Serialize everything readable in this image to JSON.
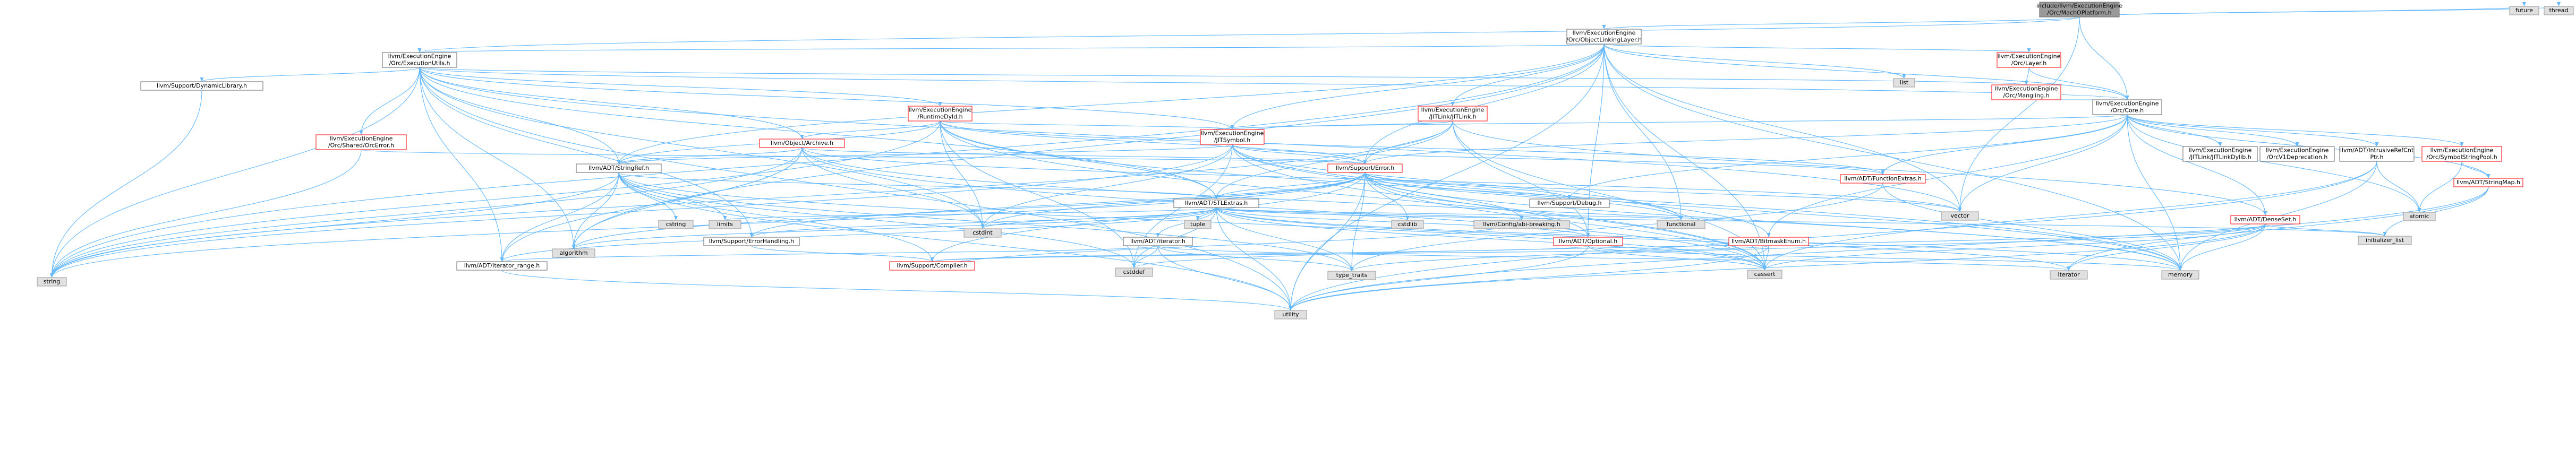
{
  "colors": {
    "root_fill": "#999999",
    "root_stroke": "#666666",
    "doc_fill": "#ffffff",
    "doc_stroke": "#666666",
    "missing_fill": "#ffffff",
    "missing_stroke": "#ff0000",
    "external_fill": "#e0e0e0",
    "external_stroke": "#999999",
    "edge": "#63b8ff",
    "text": "#000000"
  },
  "nodes": [
    {
      "id": "root",
      "lines": [
        "include/llvm/ExecutionEngine",
        "/Orc/MachOPlatform.h"
      ],
      "kind": "root"
    },
    {
      "id": "oll",
      "lines": [
        "llvm/ExecutionEngine",
        "/Orc/ObjectLinkingLayer.h"
      ],
      "kind": "doc"
    },
    {
      "id": "eu",
      "lines": [
        "llvm/ExecutionEngine",
        "/Orc/ExecutionUtils.h"
      ],
      "kind": "doc"
    },
    {
      "id": "layer",
      "lines": [
        "llvm/ExecutionEngine",
        "/Orc/Layer.h"
      ],
      "kind": "missing"
    },
    {
      "id": "mangling",
      "lines": [
        "llvm/ExecutionEngine",
        "/Orc/Mangling.h"
      ],
      "kind": "missing"
    },
    {
      "id": "core",
      "lines": [
        "llvm/ExecutionEngine",
        "/Orc/Core.h"
      ],
      "kind": "doc"
    },
    {
      "id": "dynlib",
      "lines": [
        "llvm/Support/DynamicLibrary.h"
      ],
      "kind": "doc"
    },
    {
      "id": "rtdyld",
      "lines": [
        "llvm/ExecutionEngine",
        "/RuntimeDyld.h"
      ],
      "kind": "missing"
    },
    {
      "id": "jitlink",
      "lines": [
        "llvm/ExecutionEngine",
        "/JITLink/JITLink.h"
      ],
      "kind": "missing"
    },
    {
      "id": "sharedorc",
      "lines": [
        "llvm/ExecutionEngine",
        "/Orc/Shared/OrcError.h"
      ],
      "kind": "missing"
    },
    {
      "id": "objarch",
      "lines": [
        "llvm/Object/Archive.h"
      ],
      "kind": "missing"
    },
    {
      "id": "jitsym",
      "lines": [
        "llvm/ExecutionEngine",
        "/JITSymbol.h"
      ],
      "kind": "missing"
    },
    {
      "id": "jitlinkdylib",
      "lines": [
        "llvm/ExecutionEngine",
        "/JITLink/JITLinkDylib.h"
      ],
      "kind": "doc"
    },
    {
      "id": "orcv1",
      "lines": [
        "llvm/ExecutionEngine",
        "/OrcV1Deprecation.h"
      ],
      "kind": "doc"
    },
    {
      "id": "intrusive",
      "lines": [
        "llvm/ADT/IntrusiveRefCnt",
        "Ptr.h"
      ],
      "kind": "doc"
    },
    {
      "id": "symstrpool",
      "lines": [
        "llvm/ExecutionEngine",
        "/Orc/SymbolStringPool.h"
      ],
      "kind": "missing"
    },
    {
      "id": "stringref",
      "lines": [
        "llvm/ADT/StringRef.h"
      ],
      "kind": "doc"
    },
    {
      "id": "supporterror",
      "lines": [
        "llvm/Support/Error.h"
      ],
      "kind": "missing"
    },
    {
      "id": "funcextras",
      "lines": [
        "llvm/ADT/FunctionExtras.h"
      ],
      "kind": "missing"
    },
    {
      "id": "stringmap",
      "lines": [
        "llvm/ADT/StringMap.h"
      ],
      "kind": "missing"
    },
    {
      "id": "densemap",
      "lines": [
        "llvm/ADT/DenseSet.h"
      ],
      "kind": "missing"
    },
    {
      "id": "stlextras",
      "lines": [
        "llvm/ADT/STLExtras.h"
      ],
      "kind": "doc"
    },
    {
      "id": "suppdebug",
      "lines": [
        "llvm/Support/Debug.h"
      ],
      "kind": "doc"
    },
    {
      "id": "errhandling",
      "lines": [
        "llvm/Support/ErrorHandling.h"
      ],
      "kind": "doc"
    },
    {
      "id": "iterator",
      "lines": [
        "llvm/ADT/iterator.h"
      ],
      "kind": "doc"
    },
    {
      "id": "optional",
      "lines": [
        "llvm/ADT/Optional.h"
      ],
      "kind": "missing"
    },
    {
      "id": "bitmask",
      "lines": [
        "llvm/ADT/BitmaskEnum.h"
      ],
      "kind": "missing"
    },
    {
      "id": "iterrange",
      "lines": [
        "llvm/ADT/iterator_range.h"
      ],
      "kind": "doc"
    },
    {
      "id": "compiler",
      "lines": [
        "llvm/Support/Compiler.h"
      ],
      "kind": "missing"
    },
    {
      "id": "configbreak",
      "lines": [
        "llvm/Config/abi-breaking.h"
      ],
      "kind": "external"
    },
    {
      "id": "future",
      "lines": [
        "future"
      ],
      "kind": "external"
    },
    {
      "id": "thread",
      "lines": [
        "thread"
      ],
      "kind": "external"
    },
    {
      "id": "list",
      "lines": [
        "list"
      ],
      "kind": "external"
    },
    {
      "id": "vector",
      "lines": [
        "vector"
      ],
      "kind": "external"
    },
    {
      "id": "atomic",
      "lines": [
        "atomic"
      ],
      "kind": "external"
    },
    {
      "id": "string",
      "lines": [
        "string"
      ],
      "kind": "external"
    },
    {
      "id": "cstring",
      "lines": [
        "cstring"
      ],
      "kind": "external"
    },
    {
      "id": "cstdint",
      "lines": [
        "cstdint"
      ],
      "kind": "external"
    },
    {
      "id": "limits",
      "lines": [
        "limits"
      ],
      "kind": "external"
    },
    {
      "id": "algorithm",
      "lines": [
        "algorithm"
      ],
      "kind": "external"
    },
    {
      "id": "cstddef",
      "lines": [
        "cstddef"
      ],
      "kind": "external"
    },
    {
      "id": "tuple",
      "lines": [
        "tuple"
      ],
      "kind": "external"
    },
    {
      "id": "cstdlib",
      "lines": [
        "cstdlib"
      ],
      "kind": "external"
    },
    {
      "id": "functional",
      "lines": [
        "functional"
      ],
      "kind": "external"
    },
    {
      "id": "typetraits",
      "lines": [
        "type_traits"
      ],
      "kind": "external"
    },
    {
      "id": "cassert",
      "lines": [
        "cassert"
      ],
      "kind": "external"
    },
    {
      "id": "iteratorstd",
      "lines": [
        "iterator"
      ],
      "kind": "external"
    },
    {
      "id": "memory",
      "lines": [
        "memory"
      ],
      "kind": "external"
    },
    {
      "id": "initlist",
      "lines": [
        "initializer_list"
      ],
      "kind": "external"
    },
    {
      "id": "utility",
      "lines": [
        "utility"
      ],
      "kind": "external"
    }
  ],
  "edges": [
    [
      "root",
      "oll"
    ],
    [
      "root",
      "eu"
    ],
    [
      "root",
      "core"
    ],
    [
      "root",
      "vector"
    ],
    [
      "root",
      "future"
    ],
    [
      "root",
      "thread"
    ],
    [
      "oll",
      "eu"
    ],
    [
      "oll",
      "layer"
    ],
    [
      "oll",
      "jitlink"
    ],
    [
      "oll",
      "jitsym"
    ],
    [
      "oll",
      "core"
    ],
    [
      "oll",
      "stringref"
    ],
    [
      "oll",
      "supporterror"
    ],
    [
      "oll",
      "list"
    ],
    [
      "oll",
      "vector"
    ],
    [
      "oll",
      "memory"
    ],
    [
      "oll",
      "functional"
    ],
    [
      "oll",
      "cassert"
    ],
    [
      "oll",
      "utility"
    ],
    [
      "oll",
      "algorithm"
    ],
    [
      "oll",
      "string"
    ],
    [
      "oll",
      "optional"
    ],
    [
      "eu",
      "mangling"
    ],
    [
      "eu",
      "dynlib"
    ],
    [
      "eu",
      "core"
    ],
    [
      "eu",
      "rtdyld"
    ],
    [
      "eu",
      "sharedorc"
    ],
    [
      "eu",
      "objarch"
    ],
    [
      "eu",
      "jitsym"
    ],
    [
      "eu",
      "stringref"
    ],
    [
      "eu",
      "stlextras"
    ],
    [
      "eu",
      "errhandling"
    ],
    [
      "eu",
      "iterrange"
    ],
    [
      "eu",
      "string"
    ],
    [
      "eu",
      "utility"
    ],
    [
      "eu",
      "algorithm"
    ],
    [
      "eu",
      "vector"
    ],
    [
      "eu",
      "cstdint"
    ],
    [
      "layer",
      "mangling"
    ],
    [
      "layer",
      "core"
    ],
    [
      "mangling",
      "core"
    ],
    [
      "core",
      "jitlinkdylib"
    ],
    [
      "core",
      "orcv1"
    ],
    [
      "core",
      "intrusive"
    ],
    [
      "core",
      "symstrpool"
    ],
    [
      "core",
      "funcextras"
    ],
    [
      "core",
      "densemap"
    ],
    [
      "core",
      "jitsym"
    ],
    [
      "core",
      "supporterror"
    ],
    [
      "core",
      "suppdebug"
    ],
    [
      "core",
      "vector"
    ],
    [
      "core",
      "atomic"
    ],
    [
      "core",
      "memory"
    ],
    [
      "core",
      "bitmask"
    ],
    [
      "core",
      "stringmap"
    ],
    [
      "dynlib",
      "string"
    ],
    [
      "rtdyld",
      "jitsym"
    ],
    [
      "rtdyld",
      "objarch"
    ],
    [
      "rtdyld",
      "stringref"
    ],
    [
      "rtdyld",
      "supporterror"
    ],
    [
      "rtdyld",
      "stlextras"
    ],
    [
      "rtdyld",
      "funcextras"
    ],
    [
      "rtdyld",
      "string"
    ],
    [
      "rtdyld",
      "memory"
    ],
    [
      "rtdyld",
      "cstdint"
    ],
    [
      "rtdyld",
      "cstddef"
    ],
    [
      "rtdyld",
      "cassert"
    ],
    [
      "jitlink",
      "jitsym"
    ],
    [
      "jitlink",
      "supporterror"
    ],
    [
      "jitlink",
      "densemap"
    ],
    [
      "jitlink",
      "stlextras"
    ],
    [
      "jitlink",
      "optional"
    ],
    [
      "jitlink",
      "cassert"
    ],
    [
      "jitlink",
      "string"
    ],
    [
      "sharedorc",
      "string"
    ],
    [
      "sharedorc",
      "supporterror"
    ],
    [
      "objarch",
      "stringref"
    ],
    [
      "objarch",
      "supporterror"
    ],
    [
      "objarch",
      "cstdint"
    ],
    [
      "objarch",
      "memory"
    ],
    [
      "objarch",
      "vector"
    ],
    [
      "objarch",
      "string"
    ],
    [
      "objarch",
      "algorithm"
    ],
    [
      "objarch",
      "iterrange"
    ],
    [
      "objarch",
      "cassert"
    ],
    [
      "jitsym",
      "stringref"
    ],
    [
      "jitsym",
      "supporterror"
    ],
    [
      "jitsym",
      "funcextras"
    ],
    [
      "jitsym",
      "string"
    ],
    [
      "jitsym",
      "cstdint"
    ],
    [
      "jitsym",
      "cstddef"
    ],
    [
      "jitsym",
      "cassert"
    ],
    [
      "jitsym",
      "functional"
    ],
    [
      "jitsym",
      "memory"
    ],
    [
      "jitsym",
      "bitmask"
    ],
    [
      "intrusive",
      "atomic"
    ],
    [
      "intrusive",
      "cassert"
    ],
    [
      "intrusive",
      "memory"
    ],
    [
      "intrusive",
      "utility"
    ],
    [
      "symstrpool",
      "atomic"
    ],
    [
      "symstrpool",
      "stringmap"
    ],
    [
      "stringmap",
      "initlist"
    ],
    [
      "stringmap",
      "iteratorstd"
    ],
    [
      "stringmap",
      "utility"
    ],
    [
      "densemap",
      "initlist"
    ],
    [
      "densemap",
      "cstddef"
    ],
    [
      "densemap",
      "utility"
    ],
    [
      "densemap",
      "iteratorstd"
    ],
    [
      "densemap",
      "memory"
    ],
    [
      "densemap",
      "typetraits"
    ],
    [
      "densemap",
      "cassert"
    ],
    [
      "funcextras",
      "memory"
    ],
    [
      "funcextras",
      "typetraits"
    ],
    [
      "stringref",
      "stlextras"
    ],
    [
      "stringref",
      "iterrange"
    ],
    [
      "stringref",
      "compiler"
    ],
    [
      "stringref",
      "algorithm"
    ],
    [
      "stringref",
      "cassert"
    ],
    [
      "stringref",
      "cstddef"
    ],
    [
      "stringref",
      "cstring"
    ],
    [
      "stringref",
      "limits"
    ],
    [
      "stringref",
      "string"
    ],
    [
      "stringref",
      "typetraits"
    ],
    [
      "stringref",
      "utility"
    ],
    [
      "supporterror",
      "configbreak"
    ],
    [
      "supporterror",
      "stlextras"
    ],
    [
      "supporterror",
      "compiler"
    ],
    [
      "supporterror",
      "suppdebug"
    ],
    [
      "supporterror",
      "errhandling"
    ],
    [
      "supporterror",
      "optional"
    ],
    [
      "supporterror",
      "algorithm"
    ],
    [
      "supporterror",
      "cassert"
    ],
    [
      "supporterror",
      "cstdint"
    ],
    [
      "supporterror",
      "cstdlib"
    ],
    [
      "supporterror",
      "functional"
    ],
    [
      "supporterror",
      "memory"
    ],
    [
      "supporterror",
      "new"
    ],
    [
      "supporterror",
      "string"
    ],
    [
      "supporterror",
      "system_error"
    ],
    [
      "supporterror",
      "typetraits"
    ],
    [
      "supporterror",
      "utility"
    ],
    [
      "supporterror",
      "vector"
    ],
    [
      "stlextras",
      "configbreak"
    ],
    [
      "stlextras",
      "iterator"
    ],
    [
      "stlextras",
      "iterrange"
    ],
    [
      "stlextras",
      "errhandling"
    ],
    [
      "stlextras",
      "optional"
    ],
    [
      "stlextras",
      "algorithm"
    ],
    [
      "stlextras",
      "cassert"
    ],
    [
      "stlextras",
      "cstddef"
    ],
    [
      "stlextras",
      "cstdint"
    ],
    [
      "stlextras",
      "cstdlib"
    ],
    [
      "stlextras",
      "functional"
    ],
    [
      "stlextras",
      "initlist"
    ],
    [
      "stlextras",
      "iteratorstd"
    ],
    [
      "stlextras",
      "limits"
    ],
    [
      "stlextras",
      "memory"
    ],
    [
      "stlextras",
      "tuple"
    ],
    [
      "stlextras",
      "typetraits"
    ],
    [
      "stlextras",
      "utility"
    ],
    [
      "errhandling",
      "compiler"
    ],
    [
      "iterator",
      "iterrange"
    ],
    [
      "iterator",
      "cstddef"
    ],
    [
      "iterator",
      "typetraits"
    ],
    [
      "iterator",
      "iteratorstd"
    ],
    [
      "iterator",
      "utility"
    ],
    [
      "optional",
      "compiler"
    ],
    [
      "optional",
      "cassert"
    ],
    [
      "optional",
      "memory"
    ],
    [
      "optional",
      "new"
    ],
    [
      "optional",
      "utility"
    ],
    [
      "bitmask",
      "compiler"
    ],
    [
      "bitmask",
      "cassert"
    ],
    [
      "bitmask",
      "utility"
    ],
    [
      "iterrange",
      "utility"
    ],
    [
      "compiler",
      "configbreak"
    ]
  ]
}
